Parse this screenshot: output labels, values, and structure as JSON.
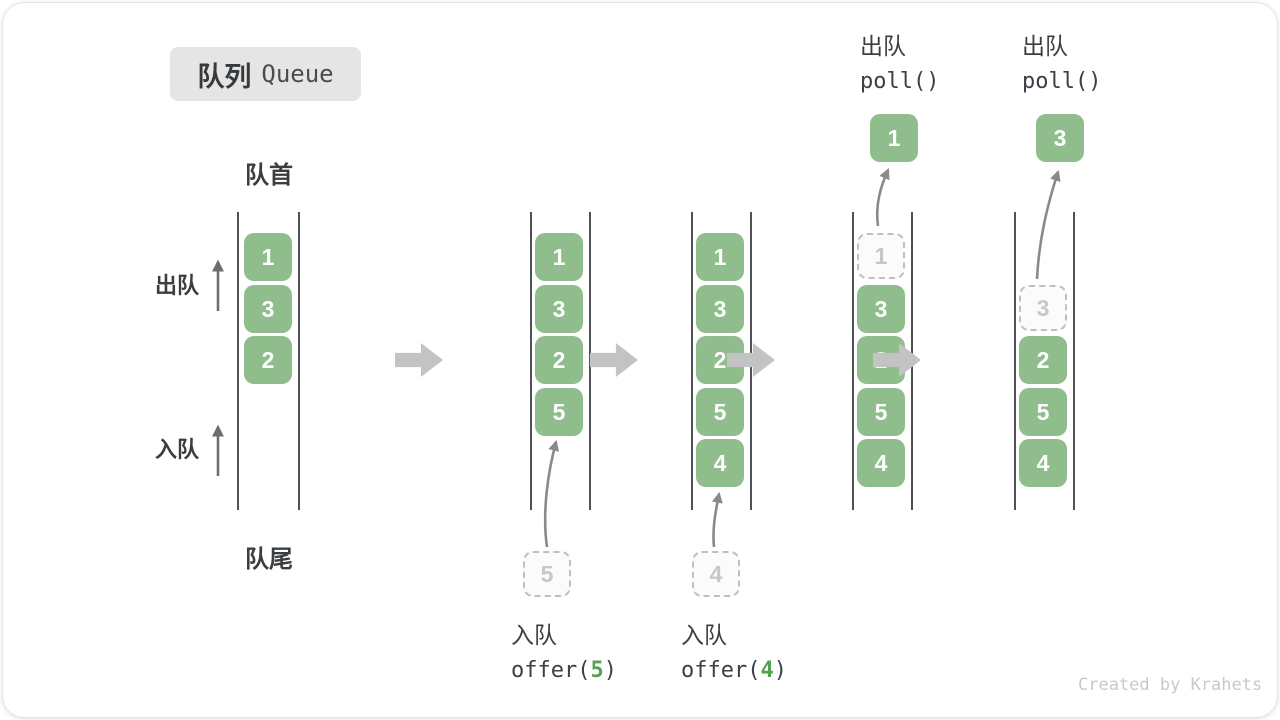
{
  "title": {
    "zh": "队列",
    "en": "Queue"
  },
  "side_labels": {
    "front": "队首",
    "rear": "队尾",
    "dequeue": "出队",
    "enqueue": "入队"
  },
  "columns": [
    {
      "cells": [
        "1",
        "3",
        "2"
      ]
    },
    {
      "cells": [
        "1",
        "3",
        "2",
        "5"
      ],
      "incoming": "5",
      "caption": {
        "action": "入队",
        "code_pre": "offer(",
        "code_arg": "5",
        "code_post": ")"
      }
    },
    {
      "cells": [
        "1",
        "3",
        "2",
        "5",
        "4"
      ],
      "incoming": "4",
      "caption": {
        "action": "入队",
        "code_pre": "offer(",
        "code_arg": "4",
        "code_post": ")"
      }
    },
    {
      "ghost": "1",
      "cells": [
        "3",
        "2",
        "5",
        "4"
      ],
      "popped": "1",
      "caption_top": {
        "action": "出队",
        "code": "poll()"
      }
    },
    {
      "ghost": "3",
      "cells": [
        "2",
        "5",
        "4"
      ],
      "popped": "3",
      "caption_top": {
        "action": "出队",
        "code": "poll()"
      }
    }
  ],
  "watermark": "Created by Krahets",
  "colors": {
    "cell_green": "#8fbe8c",
    "code_arg_green": "#55a153",
    "block_arrow_gray": "#c3c3c3",
    "curve_arrow_gray": "#8a8a8a",
    "side_arrow_gray": "#6e6e6e",
    "wall_line": "#4f5254",
    "ghost_border": "#bfbfbf",
    "title_bg": "#e5e5e5",
    "text_dark": "#3b3e41",
    "watermark_gray": "#c9c9c9"
  }
}
